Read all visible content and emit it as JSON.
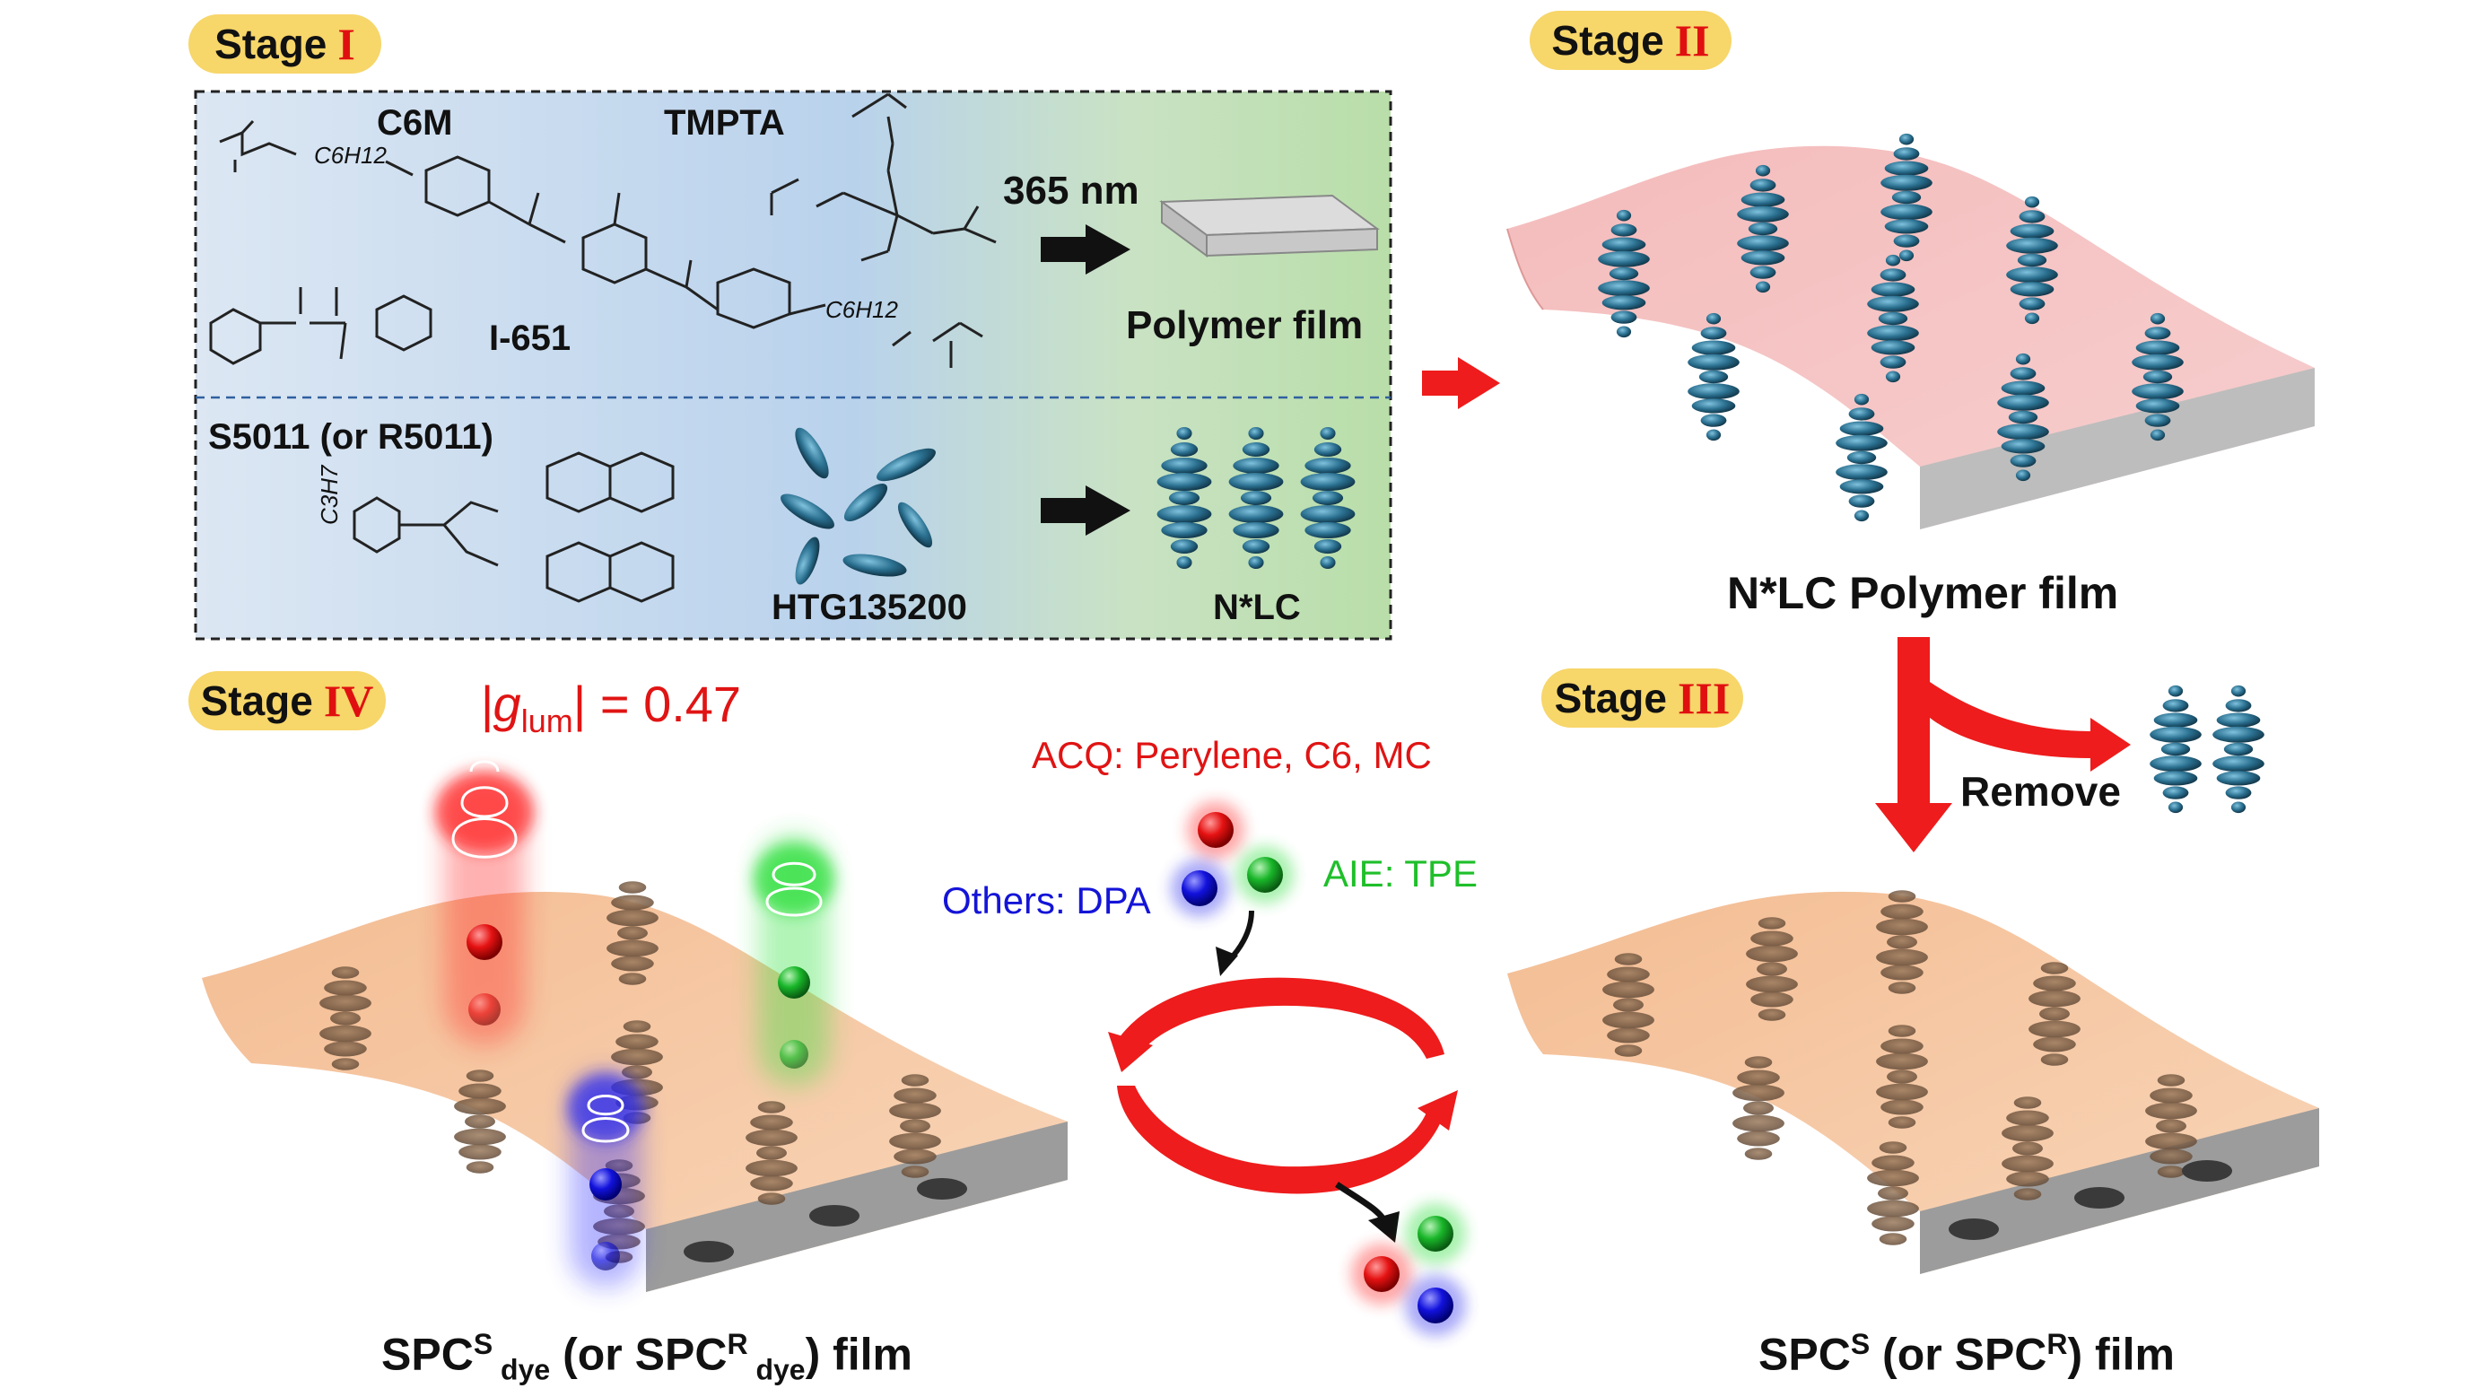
{
  "stages": {
    "stage1": {
      "word": "Stage",
      "numeral": "I"
    },
    "stage2": {
      "word": "Stage",
      "numeral": "II"
    },
    "stage3": {
      "word": "Stage",
      "numeral": "III"
    },
    "stage4": {
      "word": "Stage",
      "numeral": "IV"
    }
  },
  "stage1_panel": {
    "c6m": "C6M",
    "tmpta": "TMPTA",
    "i651": "I-651",
    "uv": "365 nm",
    "polymer_film": "Polymer film",
    "s5011": "S5011 (or R5011)",
    "htg": "HTG135200",
    "nlc": "N*LC",
    "c6h12_a": "C6H12",
    "c6h12_b": "C6H12",
    "c3h7": "C3H7"
  },
  "stage2_caption": "N*LC Polymer film",
  "stage3": {
    "remove": "Remove",
    "caption_prefix": "SPC",
    "caption_sup1": "S",
    "caption_mid": " (or SPC",
    "caption_sup2": "R",
    "caption_suffix": ") film"
  },
  "stage4": {
    "glum_prefix": "|g",
    "glum_sub": "lum",
    "glum_suffix": "| = 0.47",
    "caption_prefix": "SPC",
    "caption_sup1": "S",
    "caption_sub1": " dye",
    "caption_mid": " (or SPC",
    "caption_sup2": "R",
    "caption_sub2": " dye",
    "caption_suffix": ") film"
  },
  "dyes": {
    "acq": "ACQ: Perylene, C6, MC",
    "aie": "AIE: TPE",
    "others": "Others: DPA"
  },
  "colors": {
    "badge": "#f7d66a",
    "roman": "#e01010",
    "red_dye": "#e81414",
    "green_dye": "#1fbf2a",
    "blue_dye": "#1414d8",
    "film_pink": "#f2b3b3",
    "film_peach": "#f6c29a",
    "helix_blue": "#2a6f8f"
  }
}
